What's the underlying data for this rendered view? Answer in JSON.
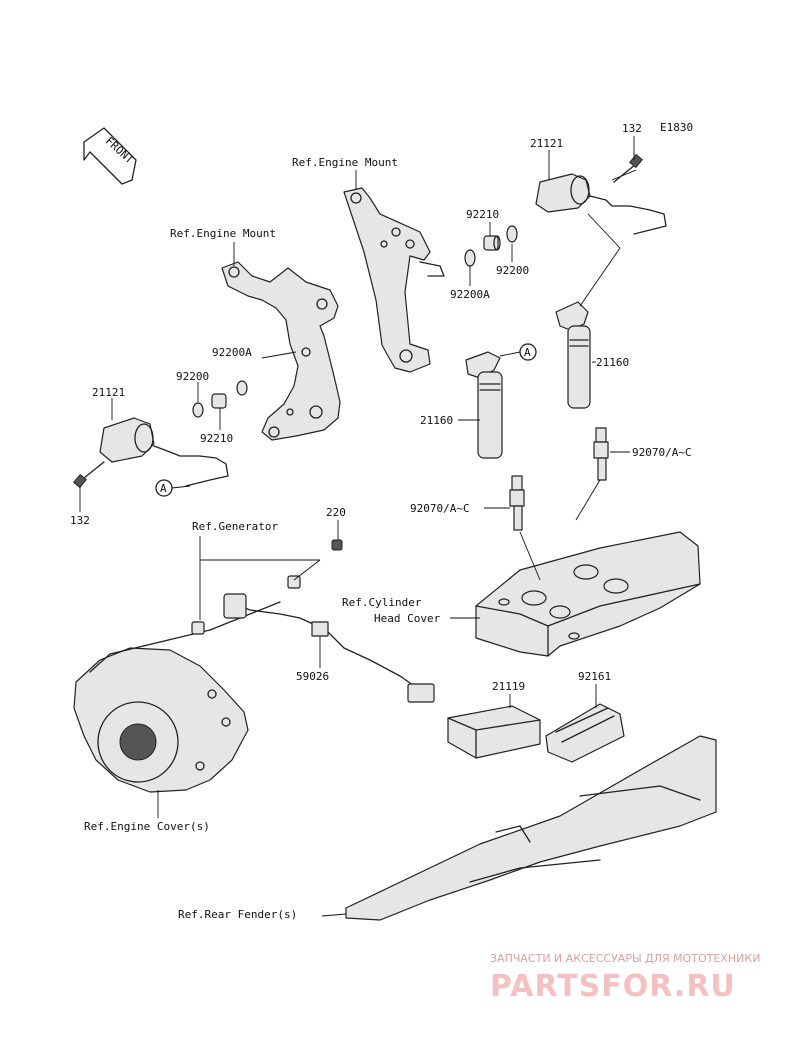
{
  "diagram_code": "E1830",
  "front_label": "FRONT",
  "references": {
    "engine_mount_right": "Ref.Engine Mount",
    "engine_mount_left": "Ref.Engine Mount",
    "generator": "Ref.Generator",
    "cylinder_head_cover_line1": "Ref.Cylinder",
    "cylinder_head_cover_line2": "Head Cover",
    "engine_cover": "Ref.Engine Cover(s)",
    "rear_fender": "Ref.Rear Fender(s)"
  },
  "parts": {
    "bolt_132_top": "132",
    "coil_21121_top": "21121",
    "collar_92210_top": "92210",
    "washer_92200_top": "92200",
    "washer_92200a_top": "92200A",
    "cap_21160_right": "21160",
    "plug_92070_right": "92070/A~C",
    "washer_92200a_left": "92200A",
    "washer_92200_left": "92200",
    "coil_21121_left": "21121",
    "collar_92210_left": "92210",
    "cap_21160_left": "21160",
    "plug_92070_left": "92070/A~C",
    "bolt_132_left": "132",
    "bolt_220": "220",
    "harness_59026": "59026",
    "unit_21119": "21119",
    "holder_92161": "92161"
  },
  "connector_markers": {
    "marker_a_top": "A",
    "marker_a_left": "A"
  },
  "watermark": {
    "tagline": "ЗАПЧАСТИ И АКСЕССУАРЫ ДЛЯ МОТОТЕХНИКИ",
    "brand": "PARTSFOR.RU"
  }
}
